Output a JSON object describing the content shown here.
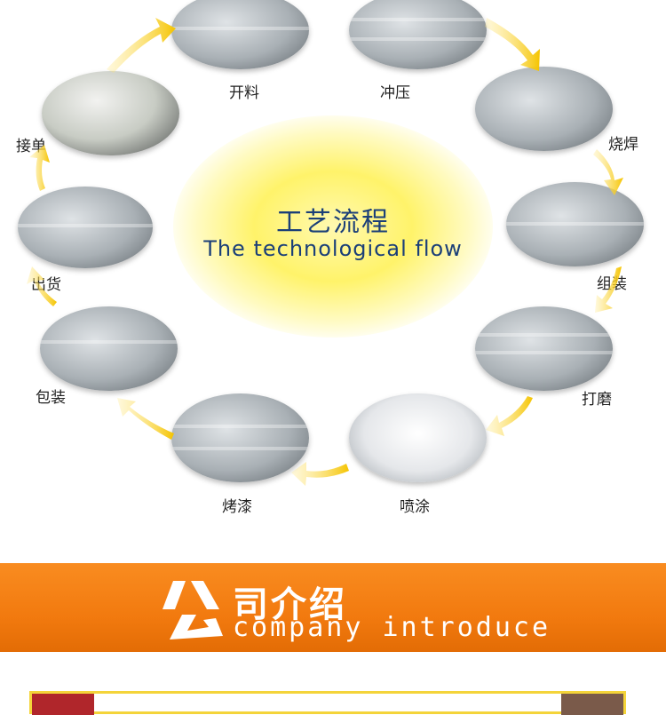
{
  "center": {
    "title": "工艺流程",
    "subtitle": "The technological flow"
  },
  "steps": [
    {
      "label": "开料"
    },
    {
      "label": "冲压"
    },
    {
      "label": "烧焊"
    },
    {
      "label": "组装"
    },
    {
      "label": "打磨"
    },
    {
      "label": "喷涂"
    },
    {
      "label": "烤漆"
    },
    {
      "label": "包装"
    },
    {
      "label": "出货"
    },
    {
      "label": "接单"
    }
  ],
  "banner": {
    "title": "司介绍",
    "subtitle": "company introduce"
  },
  "colors": {
    "arrow": "#f5c400",
    "banner": "#f27a0f",
    "text_blue": "#1b3f78",
    "frame": "#f4d43a"
  }
}
